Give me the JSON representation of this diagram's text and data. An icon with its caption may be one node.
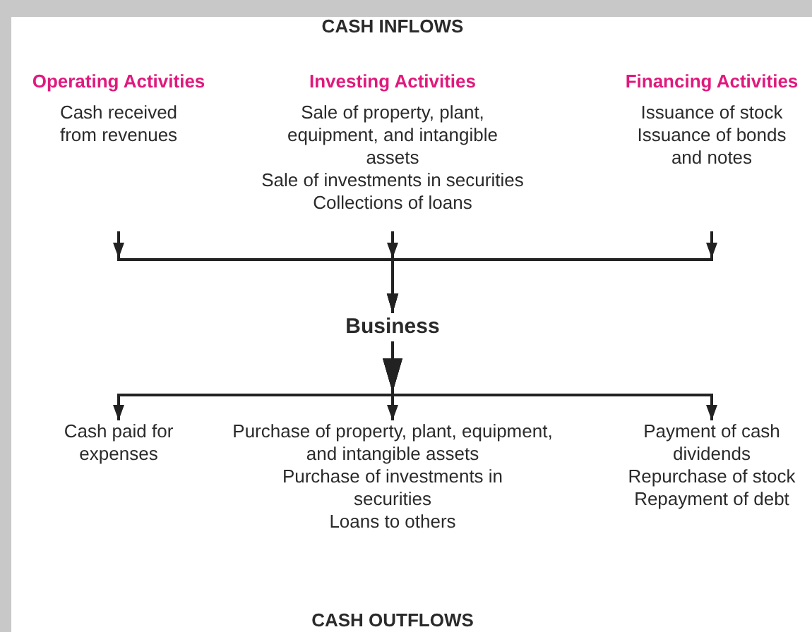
{
  "diagram": {
    "title": "CASH INFLOWS",
    "nodes": [
      {
        "text": [
          "Operating Activities",
          "Cash received from revenues"
        ]
      },
      {
        "text": [
          "Investing Activities",
          "Sale of property, plant, equipment, and intangible assets",
          "Sale of investments in securities",
          "Collections of loans"
        ]
      },
      {
        "text": [
          "Financing Activities",
          "Issuance of stock",
          "Issuance of bonds and notes"
        ]
      },
      {
        "text": [
          "Business"
        ]
      },
      {
        "text": [
          "Cash paid for expenses"
        ]
      },
      {
        "text": [
          "Purchase of property, plant, equipment, and intangible assets",
          "Purchase of investments in securities",
          "Loans to others"
        ]
      },
      {
        "text": [
          "Payment of cash dividends",
          "Repurchase of stock",
          "Repayment of debt"
        ]
      }
    ],
    "edges": [
      {
        "from": 0,
        "to": 3,
        "arrow": "to"
      },
      {
        "from": 1,
        "to": 3,
        "arrow": "to"
      },
      {
        "from": 2,
        "to": 3,
        "arrow": "to"
      },
      {
        "from": 3,
        "to": 4,
        "arrow": "to"
      },
      {
        "from": 3,
        "to": 5,
        "arrow": "to"
      },
      {
        "from": 3,
        "to": 6,
        "arrow": "to"
      }
    ],
    "labels": [
      "CASH OUTFLOWS"
    ]
  }
}
